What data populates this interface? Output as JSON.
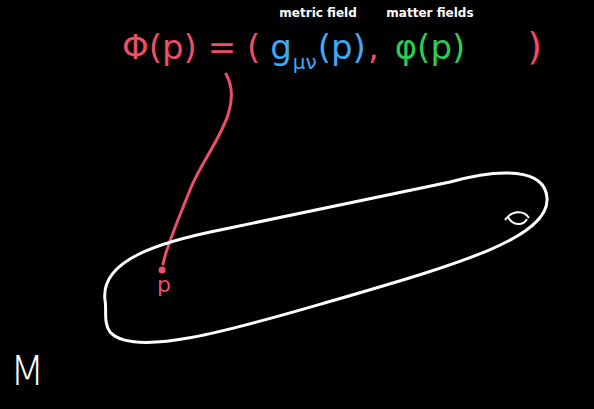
{
  "diagram": {
    "nodes": [
      {
        "text": [
          "p"
        ]
      }
    ],
    "labels": [
      "metric field",
      "matter fields",
      "Φ(p) = (",
      "g",
      "μν",
      "(p)",
      ",",
      "φ(p)",
      ")",
      "M"
    ]
  }
}
